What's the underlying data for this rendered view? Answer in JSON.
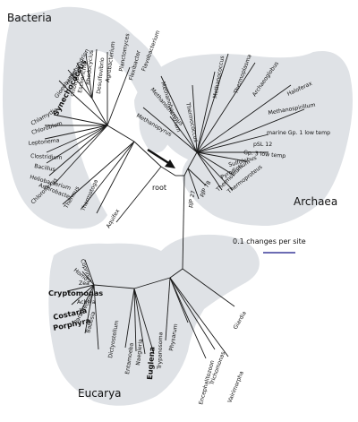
{
  "colors": {
    "region": "#dfe2e6",
    "branch": "#1a1a1a",
    "scale_bar": "#3b3b9a",
    "arrow": "#111111"
  },
  "labels": {
    "bacteria": "Bacteria",
    "archaea": "Archaea",
    "eucarya": "Eucarya",
    "root": "root",
    "scale": "0.1 changes per site"
  },
  "bacteria_leaves": [
    "Flexibacter",
    "Planctomyces",
    "Flavobacterium",
    "Agrobacterium",
    "Rhodocyclus",
    "Escherichia",
    "Desulfovibrio",
    "chloroplast",
    "mitochondrion",
    "Synechococcus",
    "Gloeobacter",
    "Chlamydia",
    "Chlorobium",
    "Leptonema",
    "Clostridium",
    "Bacillus",
    "Heliobacterium",
    "Arthrobacter",
    "Chloroflexus",
    "Thermus",
    "Thermotoga",
    "Aquifex"
  ],
  "archaea_leaves": [
    "Thermococcus",
    "Methanococcus",
    "Thermoplasma",
    "Archaeoglobus",
    "Haloferax",
    "Methanospirillum",
    "Methanobacterium",
    "Methanothermus",
    "Methanopyrus",
    "marine Gp. 1 low temp",
    "pSL 12",
    "Gp. 3 low temp",
    "Sulfolobus",
    "Pyrodictium",
    "Thermofilum",
    "Thermoproteus",
    "pJP 78",
    "pJP 27"
  ],
  "eucarya_leaves": [
    "Coprinus",
    "Homo",
    "Zea",
    "Cryptomonas",
    "Achlya",
    "Costaria",
    "Porphyra",
    "Paramecium",
    "Babesia",
    "Dictyostelium",
    "Entamoeba",
    "Naegleria",
    "Euglena",
    "Trypanosoma",
    "Physarum",
    "Encephalitozoon",
    "Trichomonas",
    "Vairimorpha",
    "Giardia"
  ]
}
